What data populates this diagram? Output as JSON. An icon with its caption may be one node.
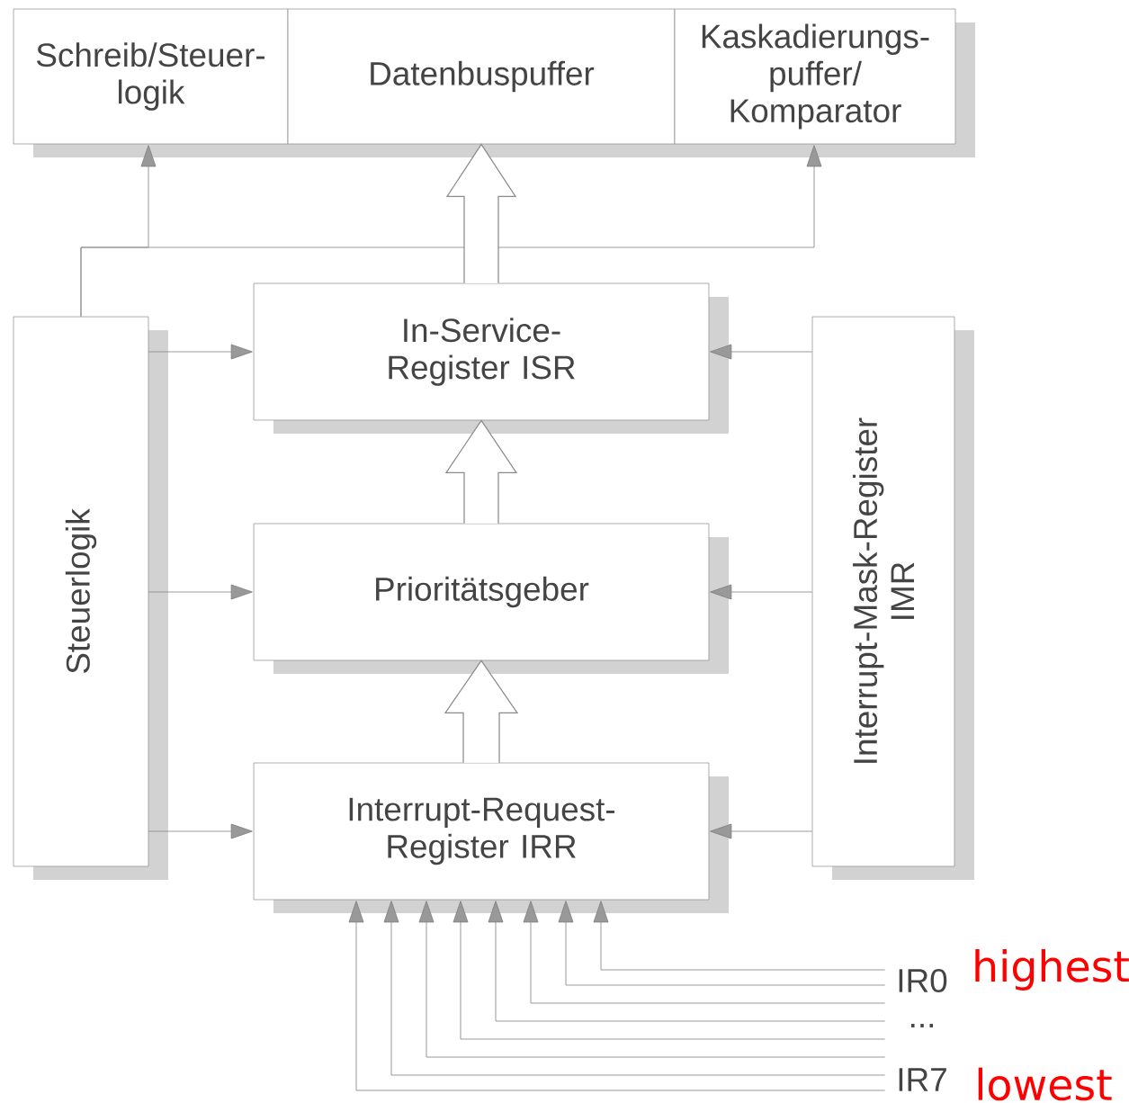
{
  "diagram": {
    "nodes": [
      {
        "text": [
          "Schreib/Steuer- logik"
        ]
      },
      {
        "text": [
          "Datenbuspuffer"
        ]
      },
      {
        "text": [
          "Kaskadierungs- puffer/ Komparator"
        ]
      },
      {
        "text": [
          "In-Service-Register ISR"
        ]
      },
      {
        "text": [
          "Prioritätsgeber"
        ]
      },
      {
        "text": [
          "Interrupt-Request- Register IRR"
        ]
      },
      {
        "text": [
          "Steuerlogik"
        ]
      },
      {
        "text": [
          "Interrupt-Mask-Register IMR"
        ]
      },
      {
        "text": [
          "IR0"
        ],
        "beside": [
          "highest"
        ]
      },
      {
        "text": [
          "..."
        ]
      },
      {
        "text": [
          "IR7"
        ],
        "beside": [
          "lowest"
        ]
      }
    ],
    "edges": [
      {
        "from": 6,
        "to": 0,
        "arrow": "to"
      },
      {
        "from": 6,
        "to": 2,
        "arrow": "to"
      },
      {
        "from": 3,
        "to": 1,
        "arrow": "to",
        "style": "thick"
      },
      {
        "from": 6,
        "to": 3,
        "arrow": "to"
      },
      {
        "from": 6,
        "to": 4,
        "arrow": "to"
      },
      {
        "from": 6,
        "to": 5,
        "arrow": "to"
      },
      {
        "from": 7,
        "to": 3,
        "arrow": "to"
      },
      {
        "from": 7,
        "to": 4,
        "arrow": "to"
      },
      {
        "from": 7,
        "to": 5,
        "arrow": "to"
      },
      {
        "from": 5,
        "to": 4,
        "arrow": "to",
        "style": "thick"
      },
      {
        "from": 4,
        "to": 3,
        "arrow": "to",
        "style": "thick"
      },
      {
        "from": 8,
        "to": 5,
        "arrow": "to"
      },
      {
        "from": 8,
        "to": 5,
        "arrow": "to"
      },
      {
        "from": 8,
        "to": 5,
        "arrow": "to"
      },
      {
        "from": 9,
        "to": 5,
        "arrow": "to"
      },
      {
        "from": 9,
        "to": 5,
        "arrow": "to"
      },
      {
        "from": 10,
        "to": 5,
        "arrow": "to"
      },
      {
        "from": 10,
        "to": 5,
        "arrow": "to"
      },
      {
        "from": 10,
        "to": 5,
        "arrow": "to"
      }
    ]
  }
}
